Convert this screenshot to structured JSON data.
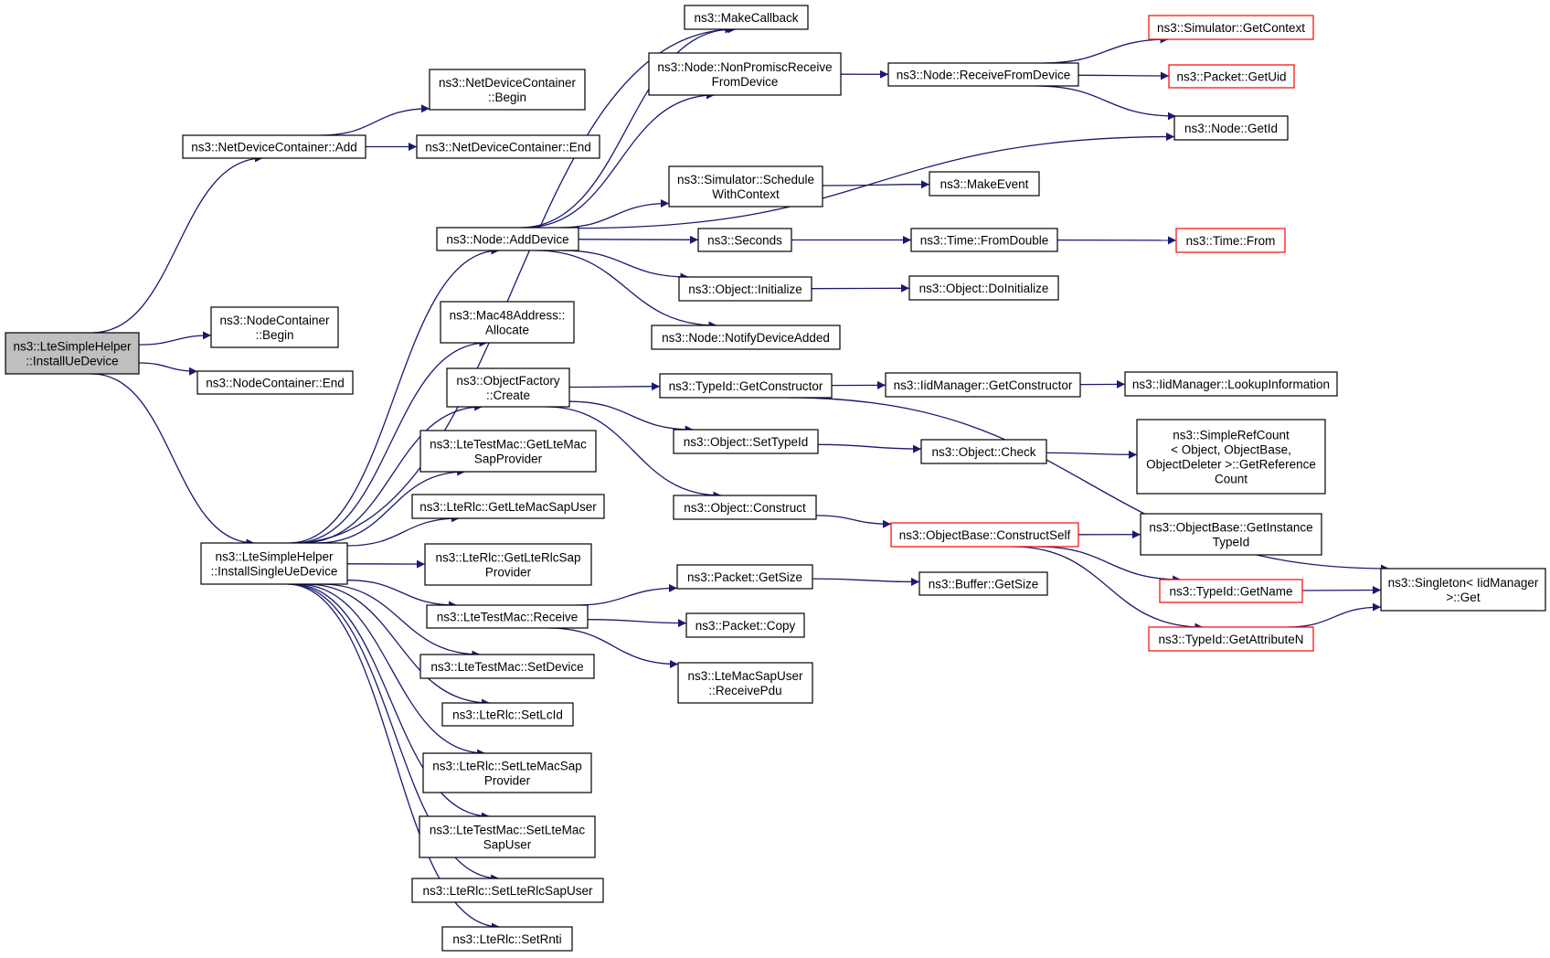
{
  "colors": {
    "edge": "#191970",
    "node_border": "#000000",
    "truncated_border": "#ff0000",
    "root_fill": "#bfbfbf"
  },
  "nodes": {
    "n_root": {
      "lines": [
        "ns3::LteSimpleHelper",
        "::InstallUeDevice"
      ],
      "kind": "root"
    },
    "n_ndc_add": {
      "lines": [
        "ns3::NetDeviceContainer::Add"
      ]
    },
    "n_ndc_begin": {
      "lines": [
        "ns3::NetDeviceContainer",
        "::Begin"
      ]
    },
    "n_ndc_end": {
      "lines": [
        "ns3::NetDeviceContainer::End"
      ]
    },
    "n_nc_begin": {
      "lines": [
        "ns3::NodeContainer",
        "::Begin"
      ]
    },
    "n_nc_end": {
      "lines": [
        "ns3::NodeContainer::End"
      ]
    },
    "n_install_single": {
      "lines": [
        "ns3::LteSimpleHelper",
        "::InstallSingleUeDevice"
      ]
    },
    "n_make_callback": {
      "lines": [
        "ns3::MakeCallback"
      ]
    },
    "n_nonpromisc": {
      "lines": [
        "ns3::Node::NonPromiscReceive",
        "FromDevice"
      ]
    },
    "n_receive_from_device": {
      "lines": [
        "ns3::Node::ReceiveFromDevice"
      ]
    },
    "n_sim_getcontext": {
      "lines": [
        "ns3::Simulator::GetContext"
      ],
      "kind": "truncated"
    },
    "n_packet_getuid": {
      "lines": [
        "ns3::Packet::GetUid"
      ],
      "kind": "truncated"
    },
    "n_node_getid": {
      "lines": [
        "ns3::Node::GetId"
      ]
    },
    "n_sched_ctx": {
      "lines": [
        "ns3::Simulator::Schedule",
        "WithContext"
      ]
    },
    "n_make_event": {
      "lines": [
        "ns3::MakeEvent"
      ]
    },
    "n_node_adddevice": {
      "lines": [
        "ns3::Node::AddDevice"
      ]
    },
    "n_seconds": {
      "lines": [
        "ns3::Seconds"
      ]
    },
    "n_time_fromdouble": {
      "lines": [
        "ns3::Time::FromDouble"
      ]
    },
    "n_time_from": {
      "lines": [
        "ns3::Time::From"
      ],
      "kind": "truncated"
    },
    "n_obj_initialize": {
      "lines": [
        "ns3::Object::Initialize"
      ]
    },
    "n_obj_doinitialize": {
      "lines": [
        "ns3::Object::DoInitialize"
      ]
    },
    "n_notify_added": {
      "lines": [
        "ns3::Node::NotifyDeviceAdded"
      ]
    },
    "n_mac48_alloc": {
      "lines": [
        "ns3::Mac48Address::",
        "Allocate"
      ]
    },
    "n_objfactory_create": {
      "lines": [
        "ns3::ObjectFactory",
        "::Create"
      ]
    },
    "n_typeid_getctor": {
      "lines": [
        "ns3::TypeId::GetConstructor"
      ]
    },
    "n_iidmgr_getctor": {
      "lines": [
        "ns3::IidManager::GetConstructor"
      ]
    },
    "n_iidmgr_lookup": {
      "lines": [
        "ns3::IidManager::LookupInformation"
      ]
    },
    "n_obj_settypeid": {
      "lines": [
        "ns3::Object::SetTypeId"
      ]
    },
    "n_obj_check": {
      "lines": [
        "ns3::Object::Check"
      ]
    },
    "n_simplerefcount": {
      "lines": [
        "ns3::SimpleRefCount",
        "< Object, ObjectBase,",
        "ObjectDeleter >::GetReference",
        "Count"
      ]
    },
    "n_obj_construct": {
      "lines": [
        "ns3::Object::Construct"
      ]
    },
    "n_objbase_constructself": {
      "lines": [
        "ns3::ObjectBase::ConstructSelf"
      ],
      "kind": "truncated"
    },
    "n_objbase_getinstance": {
      "lines": [
        "ns3::ObjectBase::GetInstance",
        "TypeId"
      ]
    },
    "n_typeid_getname": {
      "lines": [
        "ns3::TypeId::GetName"
      ],
      "kind": "truncated"
    },
    "n_typeid_getattr": {
      "lines": [
        "ns3::TypeId::GetAttributeN"
      ],
      "kind": "truncated"
    },
    "n_singleton_get": {
      "lines": [
        "ns3::Singleton< IidManager",
        ">::Get"
      ]
    },
    "n_ltetestmac_getsap": {
      "lines": [
        "ns3::LteTestMac::GetLteMac",
        "SapProvider"
      ]
    },
    "n_lterlc_getmacsapuser": {
      "lines": [
        "ns3::LteRlc::GetLteMacSapUser"
      ]
    },
    "n_lterlc_getrlcsap": {
      "lines": [
        "ns3::LteRlc::GetLteRlcSap",
        "Provider"
      ]
    },
    "n_ltetestmac_receive": {
      "lines": [
        "ns3::LteTestMac::Receive"
      ]
    },
    "n_packet_getsize": {
      "lines": [
        "ns3::Packet::GetSize"
      ]
    },
    "n_buffer_getsize": {
      "lines": [
        "ns3::Buffer::GetSize"
      ]
    },
    "n_packet_copy": {
      "lines": [
        "ns3::Packet::Copy"
      ]
    },
    "n_macsapuser_receivepdu": {
      "lines": [
        "ns3::LteMacSapUser",
        "::ReceivePdu"
      ]
    },
    "n_ltetestmac_setdevice": {
      "lines": [
        "ns3::LteTestMac::SetDevice"
      ]
    },
    "n_lterlc_setlcid": {
      "lines": [
        "ns3::LteRlc::SetLcId"
      ]
    },
    "n_lterlc_setmacsap": {
      "lines": [
        "ns3::LteRlc::SetLteMacSap",
        "Provider"
      ]
    },
    "n_ltetestmac_setsapuser": {
      "lines": [
        "ns3::LteTestMac::SetLteMac",
        "SapUser"
      ]
    },
    "n_lterlc_setrlcsapuser": {
      "lines": [
        "ns3::LteRlc::SetLteRlcSapUser"
      ]
    },
    "n_lterlc_setrnti": {
      "lines": [
        "ns3::LteRlc::SetRnti"
      ]
    }
  },
  "edges": [
    [
      "n_root",
      "n_ndc_add"
    ],
    [
      "n_root",
      "n_nc_begin"
    ],
    [
      "n_root",
      "n_nc_end"
    ],
    [
      "n_root",
      "n_install_single"
    ],
    [
      "n_ndc_add",
      "n_ndc_begin"
    ],
    [
      "n_ndc_add",
      "n_ndc_end"
    ],
    [
      "n_install_single",
      "n_make_callback"
    ],
    [
      "n_install_single",
      "n_node_adddevice"
    ],
    [
      "n_install_single",
      "n_mac48_alloc"
    ],
    [
      "n_install_single",
      "n_objfactory_create"
    ],
    [
      "n_install_single",
      "n_ltetestmac_getsap"
    ],
    [
      "n_install_single",
      "n_lterlc_getmacsapuser"
    ],
    [
      "n_install_single",
      "n_lterlc_getrlcsap"
    ],
    [
      "n_install_single",
      "n_ltetestmac_receive"
    ],
    [
      "n_install_single",
      "n_ltetestmac_setdevice"
    ],
    [
      "n_install_single",
      "n_lterlc_setlcid"
    ],
    [
      "n_install_single",
      "n_lterlc_setmacsap"
    ],
    [
      "n_install_single",
      "n_ltetestmac_setsapuser"
    ],
    [
      "n_install_single",
      "n_lterlc_setrlcsapuser"
    ],
    [
      "n_install_single",
      "n_lterlc_setrnti"
    ],
    [
      "n_node_adddevice",
      "n_make_callback"
    ],
    [
      "n_node_adddevice",
      "n_nonpromisc"
    ],
    [
      "n_node_adddevice",
      "n_node_getid"
    ],
    [
      "n_node_adddevice",
      "n_sched_ctx"
    ],
    [
      "n_node_adddevice",
      "n_seconds"
    ],
    [
      "n_node_adddevice",
      "n_obj_initialize"
    ],
    [
      "n_node_adddevice",
      "n_notify_added"
    ],
    [
      "n_nonpromisc",
      "n_receive_from_device"
    ],
    [
      "n_receive_from_device",
      "n_sim_getcontext"
    ],
    [
      "n_receive_from_device",
      "n_packet_getuid"
    ],
    [
      "n_receive_from_device",
      "n_node_getid"
    ],
    [
      "n_sched_ctx",
      "n_make_event"
    ],
    [
      "n_seconds",
      "n_time_fromdouble"
    ],
    [
      "n_time_fromdouble",
      "n_time_from"
    ],
    [
      "n_obj_initialize",
      "n_obj_doinitialize"
    ],
    [
      "n_objfactory_create",
      "n_typeid_getctor"
    ],
    [
      "n_objfactory_create",
      "n_obj_settypeid"
    ],
    [
      "n_objfactory_create",
      "n_obj_construct"
    ],
    [
      "n_typeid_getctor",
      "n_iidmgr_getctor"
    ],
    [
      "n_typeid_getctor",
      "n_singleton_get"
    ],
    [
      "n_iidmgr_getctor",
      "n_iidmgr_lookup"
    ],
    [
      "n_obj_settypeid",
      "n_obj_check"
    ],
    [
      "n_obj_check",
      "n_simplerefcount"
    ],
    [
      "n_obj_construct",
      "n_objbase_constructself"
    ],
    [
      "n_objbase_constructself",
      "n_objbase_getinstance"
    ],
    [
      "n_objbase_constructself",
      "n_typeid_getname"
    ],
    [
      "n_objbase_constructself",
      "n_typeid_getattr"
    ],
    [
      "n_typeid_getname",
      "n_singleton_get"
    ],
    [
      "n_typeid_getattr",
      "n_singleton_get"
    ],
    [
      "n_ltetestmac_receive",
      "n_packet_getsize"
    ],
    [
      "n_ltetestmac_receive",
      "n_packet_copy"
    ],
    [
      "n_ltetestmac_receive",
      "n_macsapuser_receivepdu"
    ],
    [
      "n_packet_getsize",
      "n_buffer_getsize"
    ]
  ]
}
